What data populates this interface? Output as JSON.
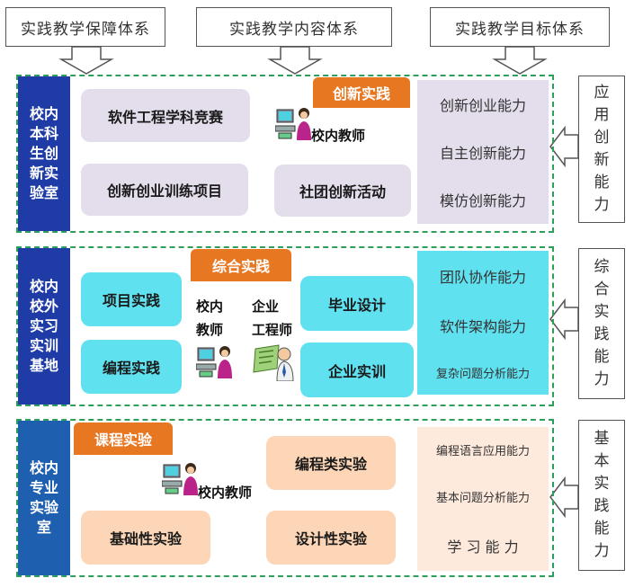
{
  "top_headers": [
    "实践教学保障体系",
    "实践教学内容体系",
    "实践教学目标体系"
  ],
  "sections": [
    {
      "side_label": "校内本科生创新实验室",
      "tag": "创新实践",
      "boxes": [
        "软件工程学科竞赛",
        "创新创业训练项目",
        "社团创新活动"
      ],
      "teacher": "校内教师",
      "abilities": [
        "创新创业能力",
        "自主创新能力",
        "模仿创新能力"
      ],
      "goal": "应用创新能力"
    },
    {
      "side_label": "校内校外实习实训基地",
      "tag": "综合实践",
      "boxes": [
        "项目实践",
        "编程实践",
        "毕业设计",
        "企业实训"
      ],
      "teacher_left": [
        "校内",
        "教师"
      ],
      "teacher_right": [
        "企业",
        "工程师"
      ],
      "abilities": [
        "团队协作能力",
        "软件架构能力",
        "复杂问题分析能力"
      ],
      "goal": "综合实践能力"
    },
    {
      "side_label": "校内专业实验室",
      "tag": "课程实验",
      "boxes": [
        "编程类实验",
        "基础性实验",
        "设计性实验"
      ],
      "teacher": "校内教师",
      "abilities": [
        "编程语言应用能力",
        "基本问题分析能力",
        "学 习 能 力"
      ],
      "goal": "基本实践能力"
    }
  ],
  "colors": {
    "bar_blue": "#1f3ca6",
    "tag_orange": "#e87722",
    "dash_green": "#2e9e5b",
    "lavender": "#e4deec",
    "cyan": "#5fe1f0",
    "peach": "#fcd6b6"
  }
}
